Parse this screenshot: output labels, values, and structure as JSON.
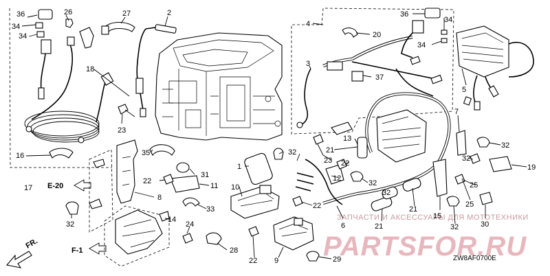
{
  "callouts": [
    {
      "id": "c36a",
      "text": "36"
    },
    {
      "id": "c26",
      "text": "26"
    },
    {
      "id": "c27",
      "text": "27"
    },
    {
      "id": "c2",
      "text": "2"
    },
    {
      "id": "c34a",
      "text": "34"
    },
    {
      "id": "c34b",
      "text": "34"
    },
    {
      "id": "c18",
      "text": "18"
    },
    {
      "id": "c23a",
      "text": "23"
    },
    {
      "id": "c16",
      "text": "16"
    },
    {
      "id": "c17",
      "text": "17"
    },
    {
      "id": "c35",
      "text": "35"
    },
    {
      "id": "c1",
      "text": "1"
    },
    {
      "id": "c22a",
      "text": "22"
    },
    {
      "id": "c31",
      "text": "31"
    },
    {
      "id": "c11",
      "text": "11"
    },
    {
      "id": "c8",
      "text": "8"
    },
    {
      "id": "c33",
      "text": "33"
    },
    {
      "id": "c10",
      "text": "10"
    },
    {
      "id": "c32a",
      "text": "32"
    },
    {
      "id": "c14",
      "text": "14"
    },
    {
      "id": "c24",
      "text": "24"
    },
    {
      "id": "c28",
      "text": "28"
    },
    {
      "id": "c22b",
      "text": "22"
    },
    {
      "id": "c9",
      "text": "9"
    },
    {
      "id": "c29",
      "text": "29"
    },
    {
      "id": "c32b",
      "text": "32"
    },
    {
      "id": "c4",
      "text": "4"
    },
    {
      "id": "c20",
      "text": "20"
    },
    {
      "id": "c36b",
      "text": "36"
    },
    {
      "id": "c34c",
      "text": "34"
    },
    {
      "id": "c34d",
      "text": "34"
    },
    {
      "id": "c3",
      "text": "3"
    },
    {
      "id": "c37",
      "text": "37"
    },
    {
      "id": "c5",
      "text": "5"
    },
    {
      "id": "c7",
      "text": "7"
    },
    {
      "id": "c13",
      "text": "13"
    },
    {
      "id": "c21a",
      "text": "21"
    },
    {
      "id": "c32c",
      "text": "32"
    },
    {
      "id": "c23b",
      "text": "23"
    },
    {
      "id": "c22c",
      "text": "22"
    },
    {
      "id": "c12",
      "text": "12"
    },
    {
      "id": "c32d",
      "text": "32"
    },
    {
      "id": "c22d",
      "text": "22"
    },
    {
      "id": "c6",
      "text": "6"
    },
    {
      "id": "c21b",
      "text": "21"
    },
    {
      "id": "c21c",
      "text": "21"
    },
    {
      "id": "c15",
      "text": "15"
    },
    {
      "id": "c32e",
      "text": "32"
    },
    {
      "id": "c25a",
      "text": "25"
    },
    {
      "id": "c25b",
      "text": "25"
    },
    {
      "id": "c19",
      "text": "19"
    },
    {
      "id": "c32f",
      "text": "32"
    },
    {
      "id": "c30",
      "text": "30"
    },
    {
      "id": "c32g",
      "text": "32"
    }
  ],
  "references": {
    "e20": "E-20",
    "f1": "F-1",
    "fr": "FR."
  },
  "watermark": {
    "caption": "ЗАПЧАСТИ И АКСЕССУАРЫ ДЛЯ МОТОТЕХНИКИ",
    "brand": "PARTSFOR.RU"
  },
  "diagram_code": "ZW8AF0700E"
}
